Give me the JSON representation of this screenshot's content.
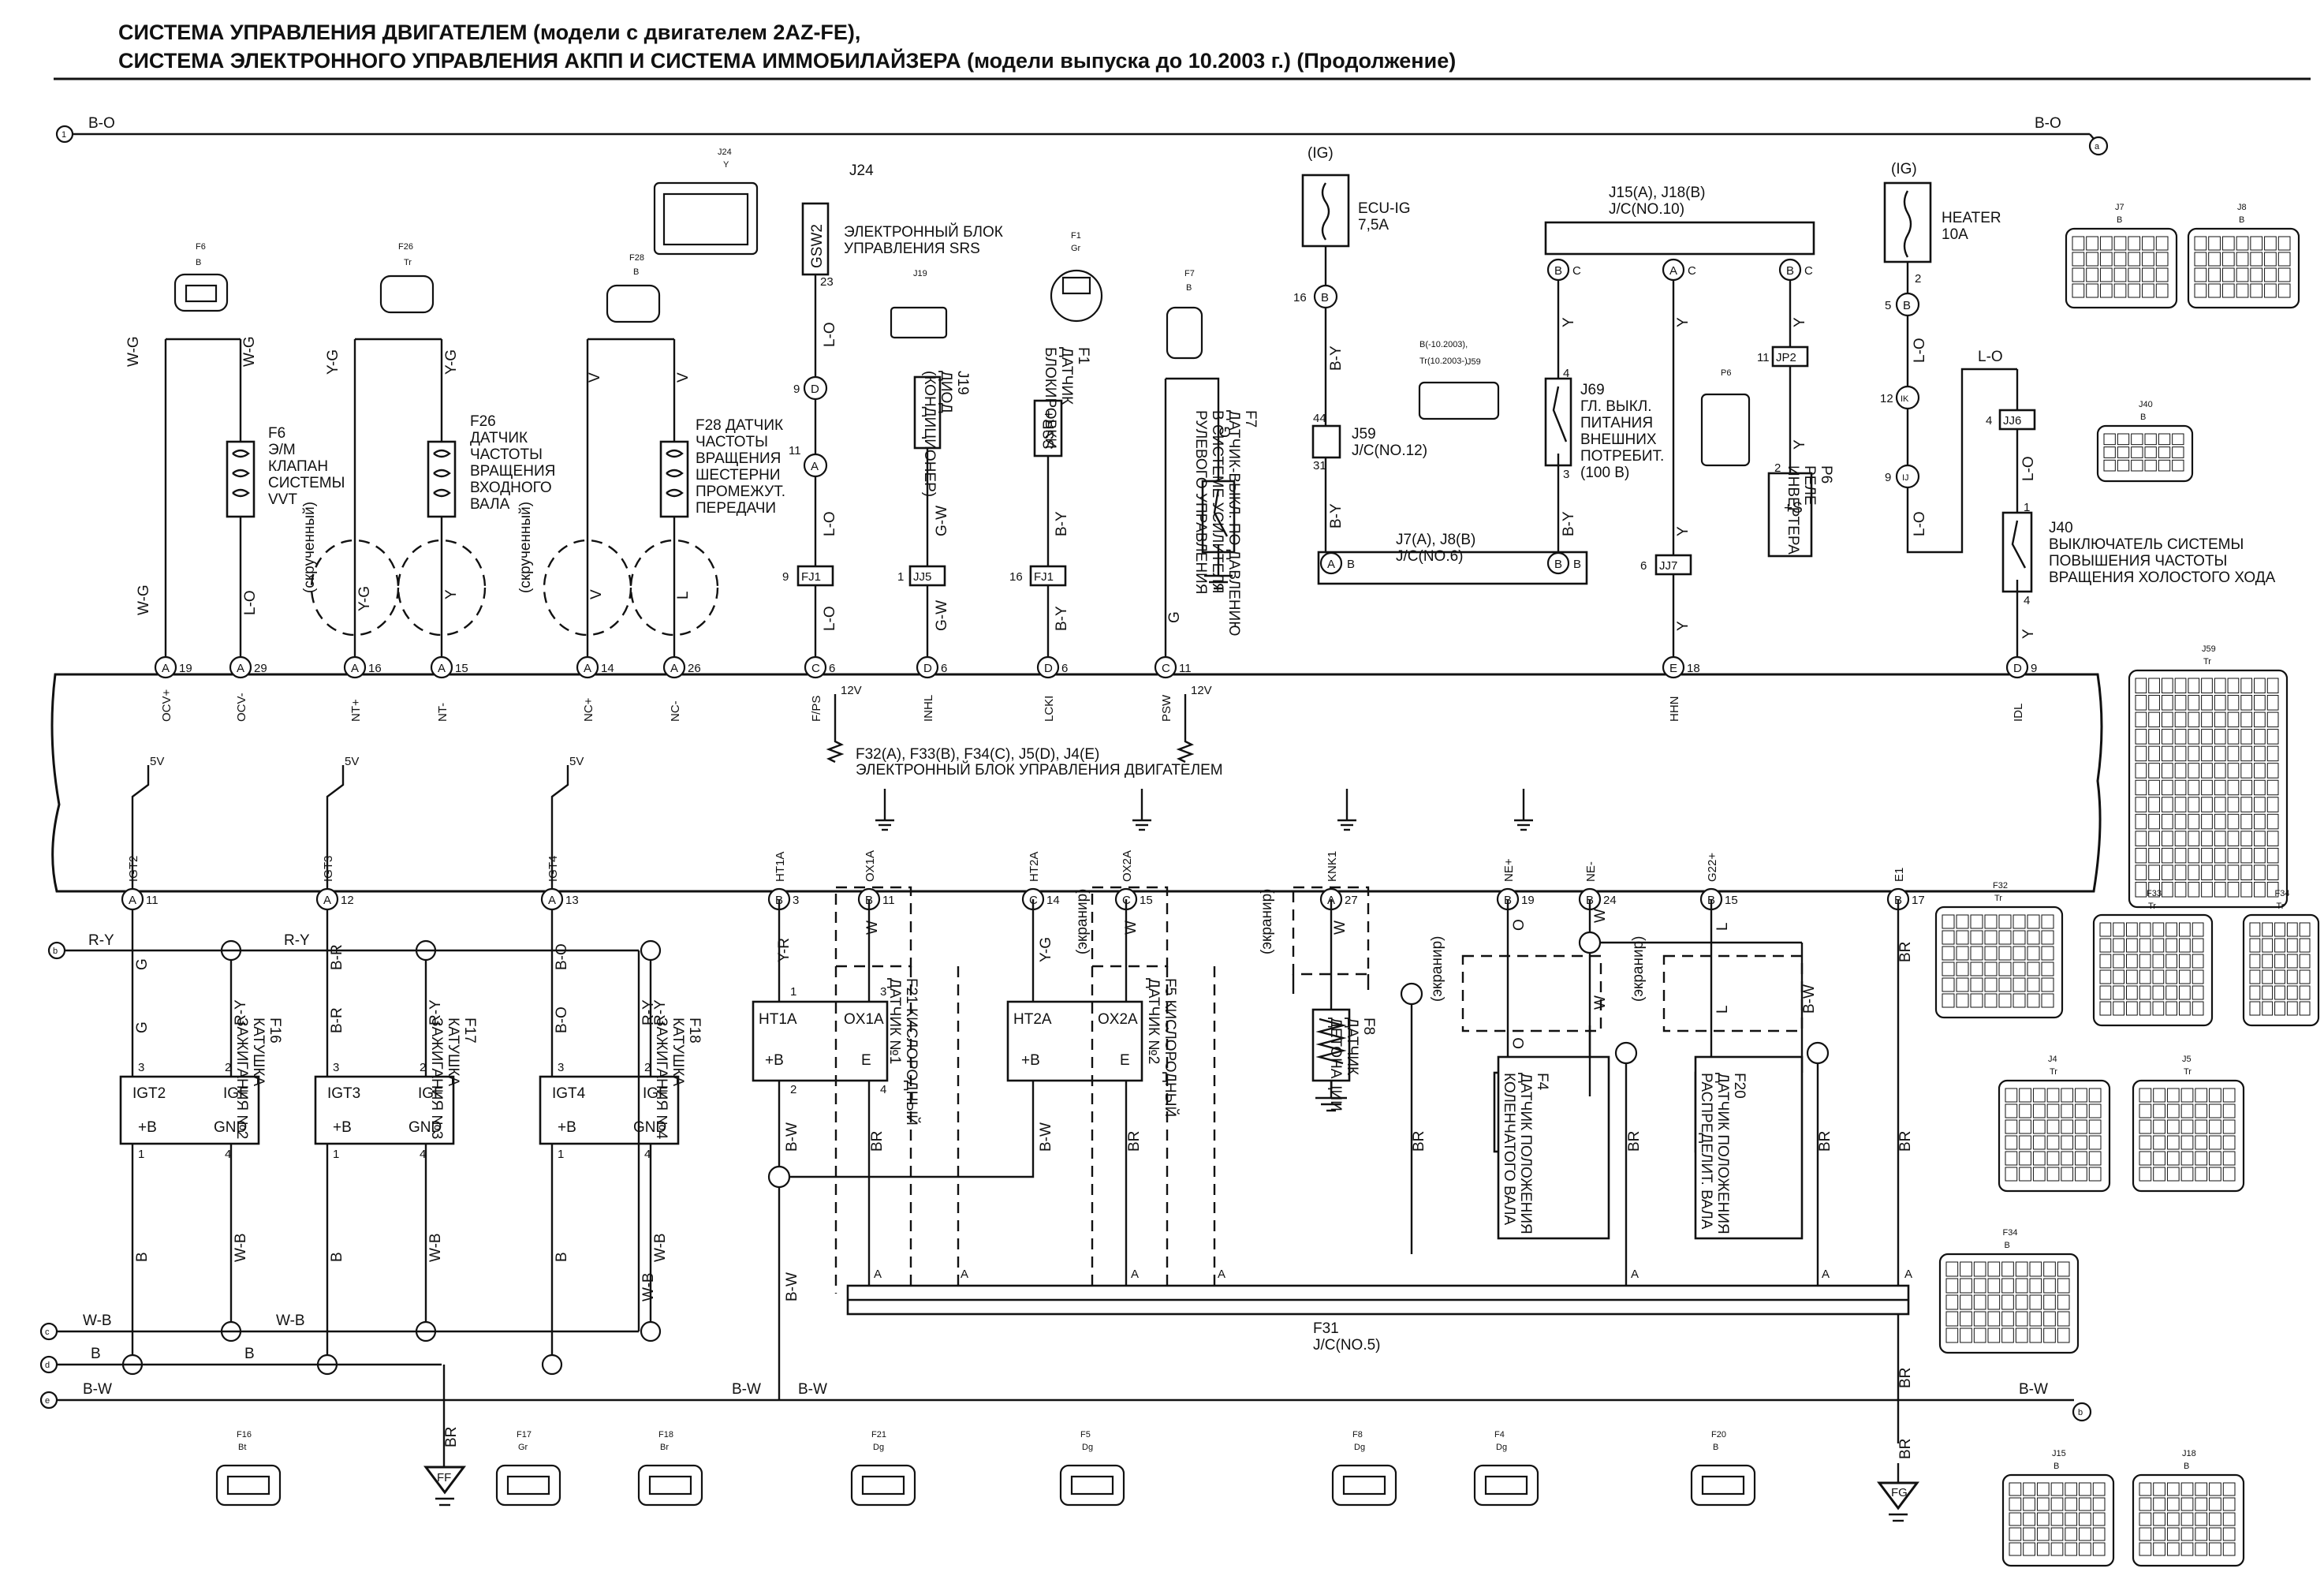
{
  "title": {
    "line1": "СИСТЕМА УПРАВЛЕНИЯ ДВИГАТЕЛЕМ (модели с двигателем 2AZ-FE),",
    "line2": "СИСТЕМА ЭЛЕКТРОННОГО УПРАВЛЕНИЯ АКПП И СИСТЕМА ИММОБИЛАЙЗЕРА (модели выпуска до 10.2003 г.) (Продолжение)"
  },
  "bus": {
    "top_wire": "B-O",
    "top_left_ref": "1",
    "top_right_ref": "a",
    "left_refs": [
      "b",
      "c",
      "d",
      "e"
    ],
    "left_wire_b": "R-Y",
    "left_wire_c": "W-B",
    "left_wire_d": "B",
    "left_wire_e": "B-W",
    "right_ref_b": "b"
  },
  "ecu": {
    "label": "ЭЛЕКТРОННЫЙ БЛОК УПРАВЛЕНИЯ ДВИГАТЕЛЕМ",
    "connectors": "F32(A), F33(B), F34(C), J5(D), J4(E)",
    "v5": "5V",
    "v12": "12V",
    "top_pins": [
      {
        "letter": "A",
        "num": "19",
        "name": "OCV+"
      },
      {
        "letter": "A",
        "num": "29",
        "name": "OCV-"
      },
      {
        "letter": "A",
        "num": "16",
        "name": "NT+"
      },
      {
        "letter": "A",
        "num": "15",
        "name": "NT-"
      },
      {
        "letter": "A",
        "num": "14",
        "name": "NC+"
      },
      {
        "letter": "A",
        "num": "26",
        "name": "NC-"
      },
      {
        "letter": "C",
        "num": "6",
        "name": "F/PS"
      },
      {
        "letter": "D",
        "num": "6",
        "name": "INHL"
      },
      {
        "letter": "D",
        "num": "6",
        "name": "LCKI"
      },
      {
        "letter": "C",
        "num": "11",
        "name": "PSW"
      },
      {
        "letter": "E",
        "num": "18",
        "name": "HHN"
      },
      {
        "letter": "D",
        "num": "9",
        "name": "IDL"
      }
    ],
    "bottom_pins": [
      {
        "letter": "A",
        "num": "11",
        "name": "IGT2"
      },
      {
        "letter": "A",
        "num": "12",
        "name": "IGT3"
      },
      {
        "letter": "A",
        "num": "13",
        "name": "IGT4"
      },
      {
        "letter": "B",
        "num": "3",
        "name": "HT1A"
      },
      {
        "letter": "B",
        "num": "11",
        "name": "OX1A"
      },
      {
        "letter": "C",
        "num": "14",
        "name": "HT2A"
      },
      {
        "letter": "C",
        "num": "15",
        "name": "OX2A"
      },
      {
        "letter": "A",
        "num": "27",
        "name": "KNK1"
      },
      {
        "letter": "B",
        "num": "19",
        "name": "NE+"
      },
      {
        "letter": "B",
        "num": "24",
        "name": "NE-"
      },
      {
        "letter": "B",
        "num": "15",
        "name": "G22+"
      },
      {
        "letter": "B",
        "num": "17",
        "name": "E1"
      }
    ]
  },
  "components": {
    "f6": {
      "code": "F6",
      "color": "B",
      "label": "F6\nЭ/М\nКЛАПАН\nСИСТЕМЫ\nVVT",
      "wire_a": "W-G",
      "wire_b": "W-G",
      "wire_c": "W-G",
      "wire_d": "L-O"
    },
    "f26": {
      "code": "F26",
      "color": "Tr",
      "label": "F26\nДАТЧИК\nЧАСТОТЫ\nВРАЩЕНИЯ\nВХОДНОГО\nВАЛА",
      "wire_a": "Y-G",
      "wire_b": "Y-G",
      "wire_c": "Y-G",
      "wire_d": "Y"
    },
    "f28": {
      "code": "F28",
      "color": "B",
      "label": "F28 ДАТЧИК\nЧАСТОТЫ\nВРАЩЕНИЯ\nШЕСТЕРНИ\nПРОМЕЖУТ.\nПЕРЕДАЧИ",
      "wire_a": "V",
      "wire_b": "V",
      "wire_c": "V",
      "wire_d": "L"
    },
    "twisted": "(скрученный)",
    "j24": {
      "code": "J24",
      "color": "Y",
      "label": "ЭЛЕКТРОННЫЙ БЛОК\nУПРАВЛЕНИЯ SRS",
      "pin": "GSW2",
      "num": "23",
      "wire": "L-O",
      "ref1": "D",
      "ref1n": "9",
      "ref2": "A",
      "ref2n": "11",
      "fj1": "FJ1",
      "fj1n": "9"
    },
    "j19": {
      "code": "J19",
      "label": "J19\nДИОД\n(КОНДИЦИОНЕР)",
      "wire": "G-W",
      "jj5": "JJ5",
      "jj5n": "1"
    },
    "f1": {
      "code": "F1",
      "color": "Gr",
      "label": "F1\nДАТЧИК\nБЛОКИРОВКИ",
      "pin": "SSR+",
      "wire": "B-Y",
      "fj1n": "16"
    },
    "f7": {
      "code": "F7",
      "color": "B",
      "label": "F7\nДАТЧИК-ВЫКЛ. ПО ДАВЛЕНИЮ\nВ СИСТЕМЕ УСИЛИТЕЛЯ\nРУЛЕВОГО УПРАВЛЕНИЯ",
      "wire": "G"
    },
    "ecu_ig": {
      "label": "ECU-IG\n7,5A",
      "ig": "(IG)",
      "num16": "16",
      "ref": "B",
      "wire": "B-Y"
    },
    "j59": {
      "code": "J59",
      "label": "J59\nJ/C(NO.12)",
      "pin_a": "44",
      "pin_b": "31",
      "variants": "B(-10.2003),\nTr(10.2003-)"
    },
    "j7": {
      "label": "J7(A), J8(B)\nJ/C(NO.6)"
    },
    "j15": {
      "label": "J15(A), J18(B)\nJ/C(NO.10)"
    },
    "j69": {
      "label": "J69\nГЛ. ВЫКЛ.\nПИТАНИЯ\nВНЕШНИХ\nПОТРЕБИТ.\n(100 B)"
    },
    "p6": {
      "code": "P6",
      "label": "P6\nРЕЛЕ\nИНВЕРТЕРА",
      "jp2": "JP2",
      "jj7": "JJ7"
    },
    "heater": {
      "label": "HEATER\n10A",
      "ig": "(IG)",
      "ref_b": "B",
      "ref_ik": "IK",
      "ref_ij": "IJ"
    },
    "j40": {
      "code": "J40",
      "label": "J40\nВЫКЛЮЧАТЕЛЬ СИСТЕМЫ\nПОВЫШЕНИЯ ЧАСТОТЫ\nВРАЩЕНИЯ ХОЛОСТОГО ХОДА",
      "jj6": "JJ6",
      "wire": "L-O"
    },
    "f16": {
      "code": "F16",
      "color": "Bt",
      "label": "F16\nКАТУШКА\nЗАЖИГАНИЯ №2"
    },
    "f17": {
      "code": "F17",
      "color": "Gr",
      "label": "F17\nКАТУШКА\nЗАЖИГАНИЯ №3"
    },
    "f18": {
      "code": "F18",
      "color": "Br",
      "label": "F18\nКАТУШКА\nЗАЖИГАНИЯ №4"
    },
    "f21": {
      "code": "F21",
      "color": "Dg",
      "label": "F21 КИСЛОРОДНЫЙ\nДАТЧИК №1"
    },
    "f5": {
      "code": "F5",
      "color": "Dg",
      "label": "F5 КИСЛОРОДНЫЙ\nДАТЧИК №2"
    },
    "f8": {
      "code": "F8",
      "color": "Dg",
      "label": "F8\nДАТЧИК\nДЕТОНАЦИИ"
    },
    "f4": {
      "code": "F4",
      "color": "Dg",
      "label": "F4\nДАТЧИК ПОЛОЖЕНИЯ\nКОЛЕНЧАТОГО ВАЛА"
    },
    "f20": {
      "code": "F20",
      "color": "B",
      "label": "F20\nДАТЧИК ПОЛОЖЕНИЯ\nРАСПРЕДЕЛИТ. ВАЛА"
    },
    "f31": {
      "label": "F31\nJ/C(NO.5)"
    },
    "shield": "(экранир)",
    "ground_ff": "FF",
    "ground_fg": "FG"
  },
  "right_connectors": [
    {
      "code": "J7",
      "color": "B"
    },
    {
      "code": "J8",
      "color": "B"
    },
    {
      "code": "J40",
      "color": "B"
    },
    {
      "code": "J59",
      "color": "Tr"
    },
    {
      "code": "F32",
      "color": "Tr"
    },
    {
      "code": "F33",
      "color": "Tr"
    },
    {
      "code": "F34",
      "color": "Tr"
    },
    {
      "code": "J4",
      "color": "Tr"
    },
    {
      "code": "J5",
      "color": "Tr"
    },
    {
      "code": "F34",
      "color": "B"
    },
    {
      "code": "J15",
      "color": "B"
    },
    {
      "code": "J18",
      "color": "B"
    }
  ]
}
